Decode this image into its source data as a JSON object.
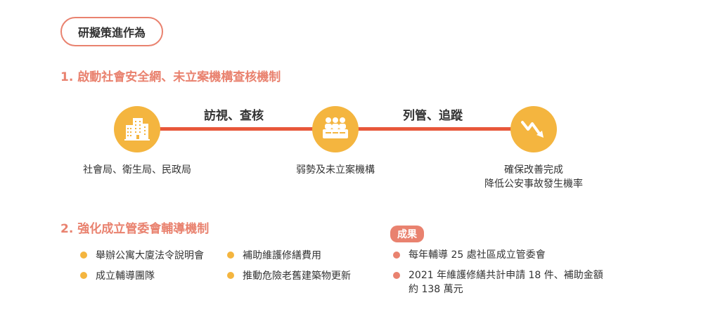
{
  "header": {
    "tag": "研擬策進作為"
  },
  "section1": {
    "title": "1. 啟動社會安全網、未立案機構查核機制",
    "edges": [
      "訪視、查核",
      "列管、追蹤"
    ],
    "nodes": [
      {
        "icon": "buildings-icon",
        "label": "社會局、衛生局、民政局"
      },
      {
        "icon": "meeting-icon",
        "label": "弱勢及未立案機構"
      },
      {
        "icon": "trend-down-icon",
        "label_lines": [
          "確保改善完成",
          "降低公安事故發生機率"
        ]
      }
    ],
    "colors": {
      "line": "#e8573a",
      "circle": "#f4b53f",
      "accent": "#e9826f"
    }
  },
  "section2": {
    "title": "2. 強化成立管委會輔導機制",
    "measures_col1": [
      "舉辦公寓大廈法令說明會",
      "成立輔導團隊"
    ],
    "measures_col2": [
      "補助維護修繕費用",
      "推動危險老舊建築物更新"
    ],
    "results_badge": "成果",
    "results": [
      {
        "lines": [
          "每年輔導 25 處社區成立管委會"
        ]
      },
      {
        "lines": [
          "2021 年維護修繕共計申請 18 件、補助金額",
          "約 138 萬元"
        ]
      }
    ]
  }
}
